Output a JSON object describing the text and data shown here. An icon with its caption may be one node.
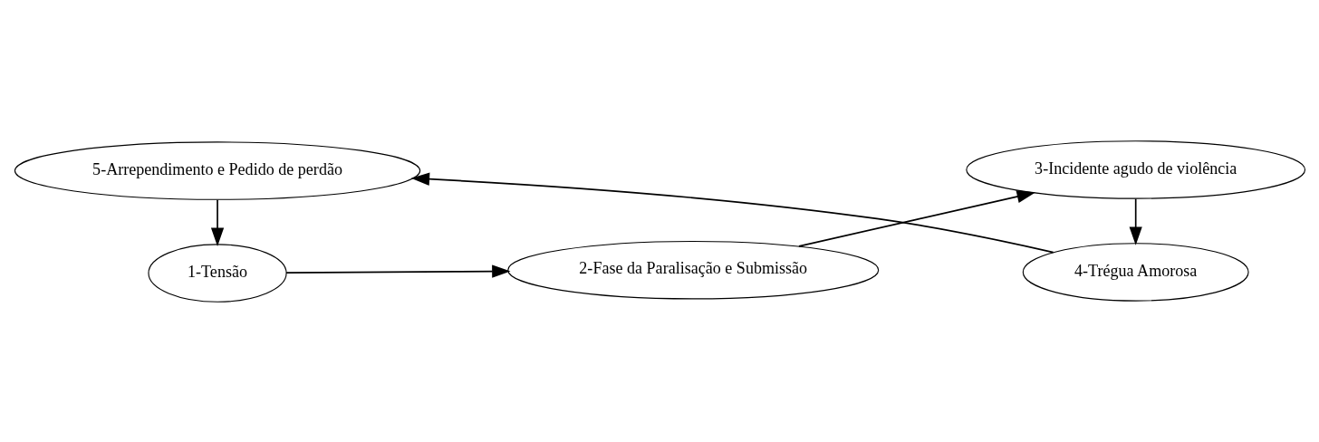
{
  "diagram": {
    "nodes": [
      {
        "text": [
          "1-Tensão"
        ]
      },
      {
        "text": [
          "2-Fase da Paralisação e Submissão"
        ]
      },
      {
        "text": [
          "3-Incidente agudo de violência"
        ]
      },
      {
        "text": [
          "4-Trégua Amorosa"
        ]
      },
      {
        "text": [
          "5-Arrependimento e Pedido de perdão"
        ]
      }
    ],
    "edges": [
      {
        "from": 0,
        "to": 1,
        "arrow": "to"
      },
      {
        "from": 1,
        "to": 2,
        "arrow": "to"
      },
      {
        "from": 2,
        "to": 3,
        "arrow": "to"
      },
      {
        "from": 3,
        "to": 4,
        "arrow": "to"
      },
      {
        "from": 4,
        "to": 0,
        "arrow": "to"
      }
    ]
  }
}
